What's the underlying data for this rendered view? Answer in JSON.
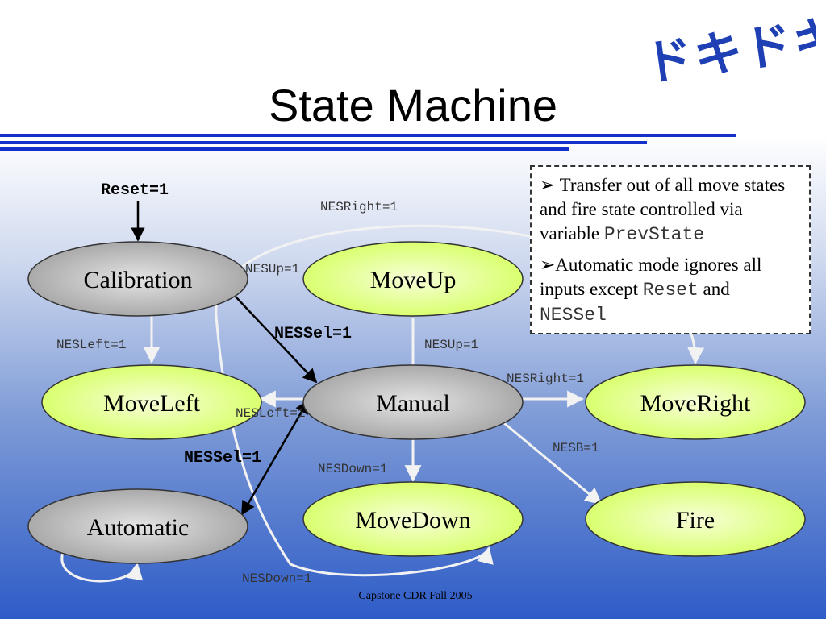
{
  "title": "State Machine",
  "logo_text": "ドキドキ",
  "footer": "Capstone CDR Fall 2005",
  "states": {
    "calibration": "Calibration",
    "moveup": "MoveUp",
    "moveleft": "MoveLeft",
    "manual": "Manual",
    "moveright": "MoveRight",
    "automatic": "Automatic",
    "movedown": "MoveDown",
    "fire": "Fire"
  },
  "transitions": {
    "reset": "Reset=1",
    "nes_right_top": "NESRight=1",
    "nes_up_top": "NESUp=1",
    "nes_sel_upper": "NESSel=1",
    "nes_left_outer": "NESLeft=1",
    "nes_up_mid": "NESUp=1",
    "nes_right_mid": "NESRight=1",
    "nes_left_mid": "NESLeft=1",
    "nes_b": "NESB=1",
    "nes_sel_lower": "NESSel=1",
    "nes_down_mid": "NESDown=1",
    "nes_down_bottom": "NESDown=1"
  },
  "notes": {
    "bullet1_text": "Transfer out of all move states and fire state controlled via variable ",
    "bullet1_code": "PrevState",
    "bullet2_text_a": "Automatic mode ignores all inputs except ",
    "bullet2_code_a": "Reset",
    "bullet2_text_b": " and ",
    "bullet2_code_b": "NESSel"
  },
  "colors": {
    "gray_state": "#b9b9b9",
    "green_state": "#e6ff9c",
    "title_rule": "#1530c8",
    "logo": "#1f3fb4"
  }
}
